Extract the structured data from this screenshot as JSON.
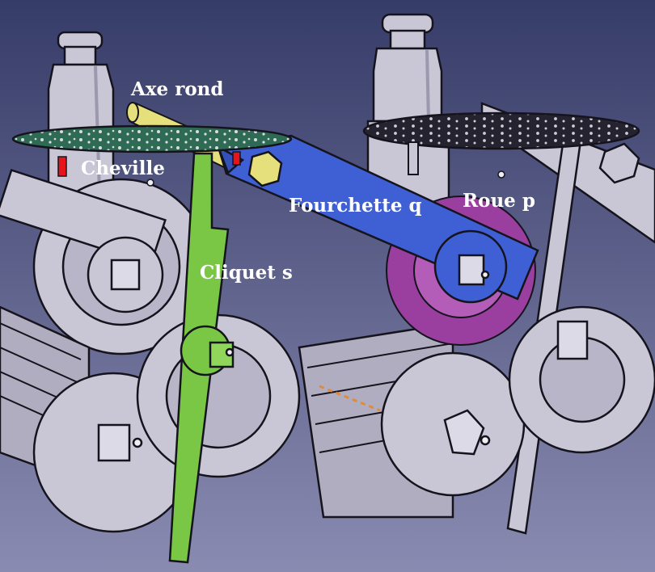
{
  "colors": {
    "background": "#3b4170",
    "metal": "#c9c6d6",
    "metal_dark": "#9c98ad",
    "outline": "#15141d",
    "axe_rond": "#e6e07c",
    "disc": "#2f6a55",
    "cheville": "#e8141c",
    "fourchette": "#3f5fd4",
    "roue": "#9a3fa0",
    "cliquet": "#7ac745",
    "label": "#ffffff"
  },
  "labels": {
    "axe_rond": "Axe rond",
    "cheville": "Cheville",
    "fourchette": "Fourchette q",
    "roue": "Roue p",
    "cliquet": "Cliquet s"
  }
}
